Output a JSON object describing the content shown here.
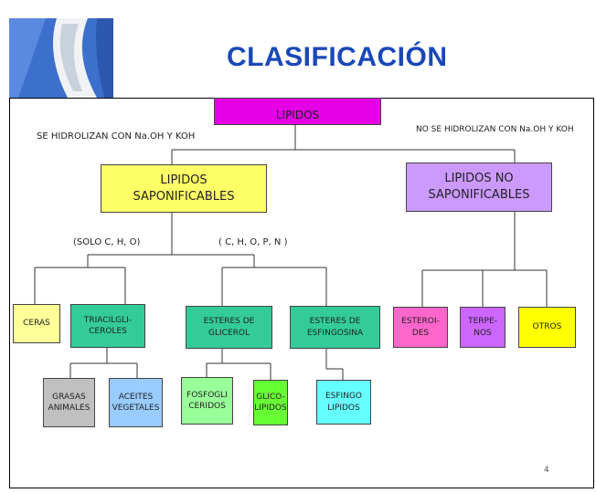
{
  "title": "CLASIFICACIÓN",
  "page_number": "4",
  "colors": {
    "title": "#1a48b8",
    "magenta": "#e600e6",
    "yellow": "#ffff66",
    "lavender": "#cc99ff",
    "light_yellow": "#ffff99",
    "green_teal": "#33cc99",
    "grey": "#c0c0c0",
    "light_blue": "#99ccff",
    "light_green": "#99ff99",
    "lime": "#66ff33",
    "pink": "#ff66cc",
    "violet": "#cc66ff",
    "cyan": "#66ffff",
    "bright_yellow": "#ffff00"
  },
  "nodes": {
    "lipidos": "LIPIDOS",
    "hidrolizan_label": "SE HIDROLIZAN CON Na.OH Y KOH",
    "no_hidrolizan_label": "NO SE HIDROLIZAN CON Na.OH Y KOH",
    "saponificables": "LIPIDOS\nSAPONIFICABLES",
    "no_saponificables": "LIPIDOS NO\nSAPONIFICABLES",
    "solo_cho": "(SOLO C, H, O)",
    "chopn": "( C, H, O, P, N )",
    "ceras": "CERAS",
    "triacilgliceroles": "TRIACILGLI-\nCEROLES",
    "esteres_glicerol": "ESTERES DE\nGLICEROL",
    "esteres_esfingosina": "ESTERES DE\nESFINGOSINA",
    "esteroides": "ESTEROI-\nDES",
    "terpenos": "TERPE-\nNOS",
    "otros": "OTROS",
    "grasas_animales": "GRASAS\nANIMALES",
    "aceites_vegetales": "ACEITES\nVEGETALES",
    "fosfogliceridos": "FOSFOGLI\nCERIDOS",
    "glicolipidos": "GLICO-\nLIPIDOS",
    "esfingolipidos": "ESFINGO\nLIPIDOS"
  }
}
